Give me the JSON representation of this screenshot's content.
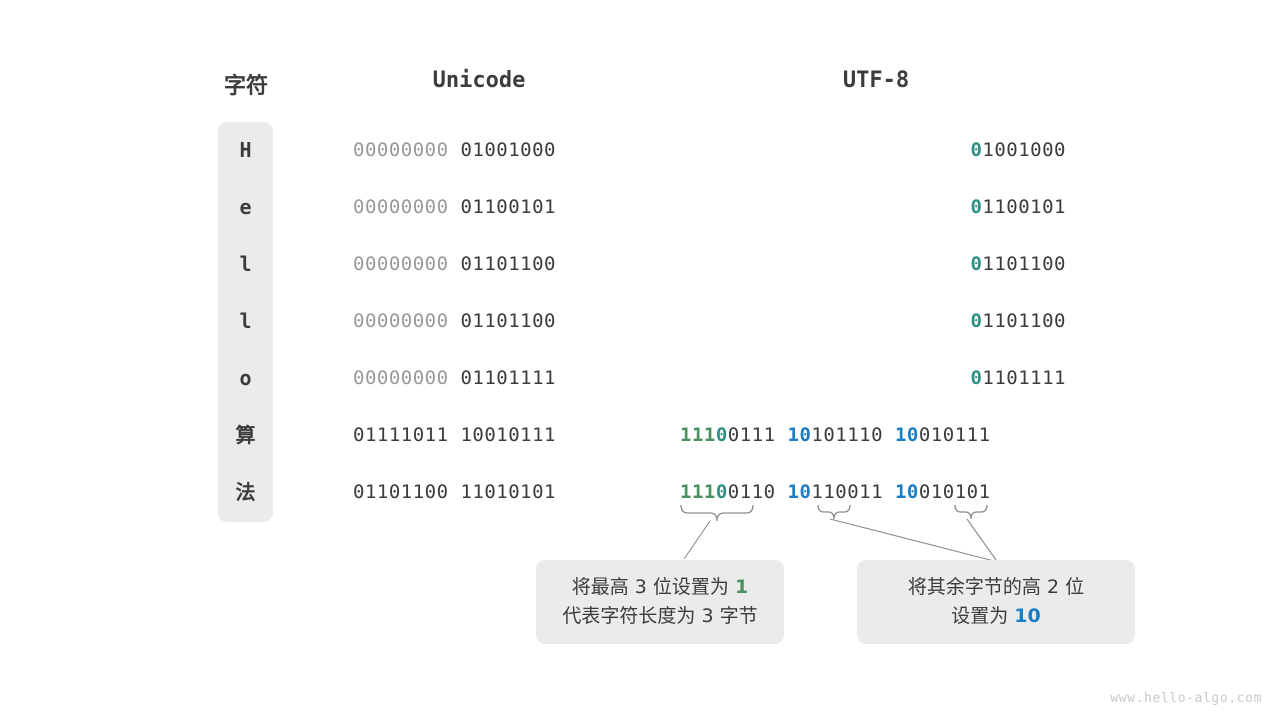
{
  "headers": {
    "character": "字符",
    "unicode": "Unicode",
    "utf8": "UTF-8"
  },
  "colors": {
    "green": "#4a9160",
    "blue": "#1a7ec4",
    "teal": "#2e9184",
    "dark": "#3c3c3c",
    "dim": "#9a9a9a",
    "panel": "#ebebeb",
    "background": "#ffffff"
  },
  "rows": [
    {
      "char": "H",
      "unicode_hi": "00000000",
      "unicode_lo": "01001000",
      "utf8_bytes": [
        {
          "prefix": "0",
          "prefix_color": "teal",
          "rest": "1001000"
        }
      ]
    },
    {
      "char": "e",
      "unicode_hi": "00000000",
      "unicode_lo": "01100101",
      "utf8_bytes": [
        {
          "prefix": "0",
          "prefix_color": "teal",
          "rest": "1100101"
        }
      ]
    },
    {
      "char": "l",
      "unicode_hi": "00000000",
      "unicode_lo": "01101100",
      "utf8_bytes": [
        {
          "prefix": "0",
          "prefix_color": "teal",
          "rest": "1101100"
        }
      ]
    },
    {
      "char": "l",
      "unicode_hi": "00000000",
      "unicode_lo": "01101100",
      "utf8_bytes": [
        {
          "prefix": "0",
          "prefix_color": "teal",
          "rest": "1101100"
        }
      ]
    },
    {
      "char": "o",
      "unicode_hi": "00000000",
      "unicode_lo": "01101111",
      "utf8_bytes": [
        {
          "prefix": "0",
          "prefix_color": "teal",
          "rest": "1101111"
        }
      ]
    },
    {
      "char": "算",
      "unicode_hi": "01111011",
      "unicode_lo": "10010111",
      "utf8_bytes": [
        {
          "prefix": "111",
          "prefix_color": "green",
          "prefix2": "0",
          "prefix2_color": "teal",
          "rest": "0111"
        },
        {
          "prefix": "10",
          "prefix_color": "blue",
          "rest": "101110"
        },
        {
          "prefix": "10",
          "prefix_color": "blue",
          "rest": "010111"
        }
      ]
    },
    {
      "char": "法",
      "unicode_hi": "01101100",
      "unicode_lo": "11010101",
      "utf8_bytes": [
        {
          "prefix": "111",
          "prefix_color": "green",
          "prefix2": "0",
          "prefix2_color": "teal",
          "rest": "0110"
        },
        {
          "prefix": "10",
          "prefix_color": "blue",
          "rest": "110011"
        },
        {
          "prefix": "10",
          "prefix_color": "blue",
          "rest": "010101"
        }
      ]
    }
  ],
  "callouts": {
    "left": {
      "line1_pre": "将最高 3 位设置为 ",
      "line1_hl": "1",
      "line2": "代表字符长度为 3 字节"
    },
    "right": {
      "line1": "将其余字节的高 2 位",
      "line2_pre": "设置为 ",
      "line2_hl": "10"
    }
  },
  "watermark": "www.hello-algo.com"
}
